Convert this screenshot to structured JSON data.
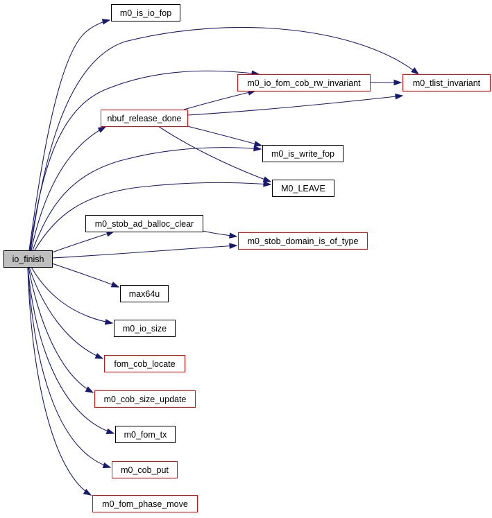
{
  "colors": {
    "edge": "#191970",
    "border_plain": "#000000",
    "border_linked": "#ff0000",
    "focus_fill": "#bfbfbf",
    "node_fill": "#ffffff"
  },
  "nodes": [
    {
      "id": "io_finish",
      "label": "io_finish",
      "style": "focus"
    },
    {
      "id": "m0_is_io_fop",
      "label": "m0_is_io_fop",
      "style": "plain"
    },
    {
      "id": "m0_io_fom_cob_rw_invariant",
      "label": "m0_io_fom_cob_rw_invariant",
      "style": "linked"
    },
    {
      "id": "m0_tlist_invariant",
      "label": "m0_tlist_invariant",
      "style": "linked"
    },
    {
      "id": "nbuf_release_done",
      "label": "nbuf_release_done",
      "style": "linked"
    },
    {
      "id": "m0_is_write_fop",
      "label": "m0_is_write_fop",
      "style": "plain"
    },
    {
      "id": "M0_LEAVE",
      "label": "M0_LEAVE",
      "style": "plain"
    },
    {
      "id": "m0_stob_ad_balloc_clear",
      "label": "m0_stob_ad_balloc_clear",
      "style": "plain"
    },
    {
      "id": "m0_stob_domain_is_of_type",
      "label": "m0_stob_domain_is_of_type",
      "style": "linked"
    },
    {
      "id": "max64u",
      "label": "max64u",
      "style": "plain"
    },
    {
      "id": "m0_io_size",
      "label": "m0_io_size",
      "style": "plain"
    },
    {
      "id": "fom_cob_locate",
      "label": "fom_cob_locate",
      "style": "linked"
    },
    {
      "id": "m0_cob_size_update",
      "label": "m0_cob_size_update",
      "style": "linked"
    },
    {
      "id": "m0_fom_tx",
      "label": "m0_fom_tx",
      "style": "plain"
    },
    {
      "id": "m0_cob_put",
      "label": "m0_cob_put",
      "style": "linked"
    },
    {
      "id": "m0_fom_phase_move",
      "label": "m0_fom_phase_move",
      "style": "linked"
    }
  ],
  "edges": [
    {
      "from": "io_finish",
      "to": "m0_is_io_fop"
    },
    {
      "from": "io_finish",
      "to": "m0_tlist_invariant"
    },
    {
      "from": "io_finish",
      "to": "m0_io_fom_cob_rw_invariant"
    },
    {
      "from": "io_finish",
      "to": "nbuf_release_done"
    },
    {
      "from": "io_finish",
      "to": "m0_is_write_fop"
    },
    {
      "from": "io_finish",
      "to": "M0_LEAVE"
    },
    {
      "from": "io_finish",
      "to": "m0_stob_ad_balloc_clear"
    },
    {
      "from": "io_finish",
      "to": "m0_stob_domain_is_of_type"
    },
    {
      "from": "io_finish",
      "to": "max64u"
    },
    {
      "from": "io_finish",
      "to": "m0_io_size"
    },
    {
      "from": "io_finish",
      "to": "fom_cob_locate"
    },
    {
      "from": "io_finish",
      "to": "m0_cob_size_update"
    },
    {
      "from": "io_finish",
      "to": "m0_fom_tx"
    },
    {
      "from": "io_finish",
      "to": "m0_cob_put"
    },
    {
      "from": "io_finish",
      "to": "m0_fom_phase_move"
    },
    {
      "from": "m0_io_fom_cob_rw_invariant",
      "to": "m0_tlist_invariant"
    },
    {
      "from": "nbuf_release_done",
      "to": "m0_io_fom_cob_rw_invariant"
    },
    {
      "from": "nbuf_release_done",
      "to": "m0_tlist_invariant"
    },
    {
      "from": "nbuf_release_done",
      "to": "m0_is_write_fop"
    },
    {
      "from": "nbuf_release_done",
      "to": "M0_LEAVE"
    },
    {
      "from": "m0_stob_ad_balloc_clear",
      "to": "m0_stob_domain_is_of_type"
    }
  ]
}
